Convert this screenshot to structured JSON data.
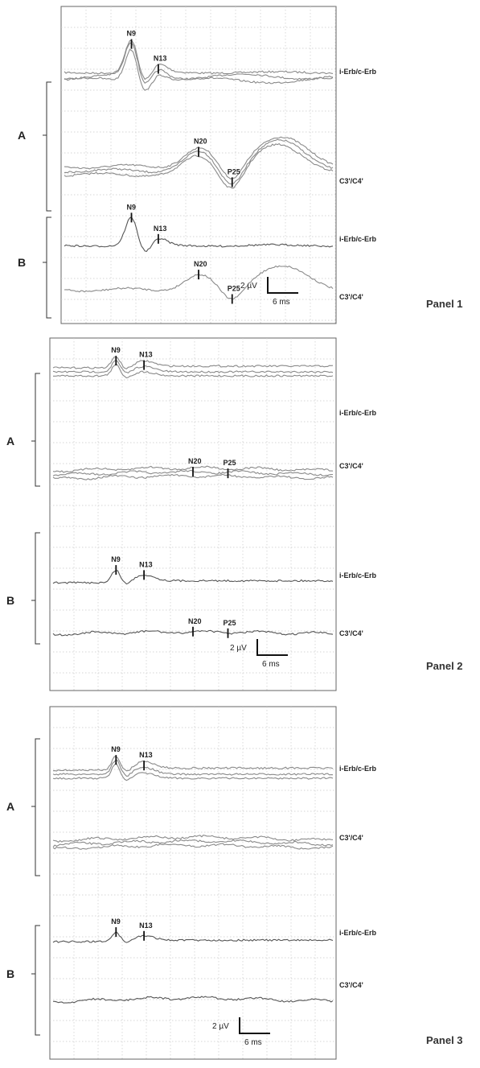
{
  "colors": {
    "trace": "#8a8a8a",
    "trace_dark": "#555555",
    "grid": "#c9c9c9",
    "frame": "#666666",
    "text": "#222222"
  },
  "chart_data": [
    {
      "type": "line",
      "title": "Panel 1",
      "x_unit": "ms",
      "scale_bar": {
        "voltage": "2 µV",
        "time": "6 ms"
      },
      "grid": true,
      "groups": [
        {
          "label": "A",
          "channels": [
            {
              "name": "i-Erb/c-Erb",
              "trials": 3,
              "peaks": [
                {
                  "label": "N9",
                  "x": 10
                },
                {
                  "label": "N13",
                  "x": 14
                }
              ]
            },
            {
              "name": "C3'/C4'",
              "trials": 3,
              "peaks": [
                {
                  "label": "N20",
                  "x": 20
                },
                {
                  "label": "P25",
                  "x": 25
                }
              ]
            }
          ]
        },
        {
          "label": "B",
          "channels": [
            {
              "name": "i-Erb/c-Erb",
              "trials": 1,
              "peaks": [
                {
                  "label": "N9",
                  "x": 10
                },
                {
                  "label": "N13",
                  "x": 14
                }
              ]
            },
            {
              "name": "C3'/C4'",
              "trials": 1,
              "peaks": [
                {
                  "label": "N20",
                  "x": 20
                },
                {
                  "label": "P25",
                  "x": 25
                }
              ]
            }
          ]
        }
      ]
    },
    {
      "type": "line",
      "title": "Panel 2",
      "x_unit": "ms",
      "scale_bar": {
        "voltage": "2 µV",
        "time": "6 ms"
      },
      "grid": true,
      "groups": [
        {
          "label": "A",
          "channels": [
            {
              "name": "i-Erb/c-Erb",
              "trials": 3,
              "peaks": [
                {
                  "label": "N9",
                  "x": 9
                },
                {
                  "label": "N13",
                  "x": 13
                }
              ]
            },
            {
              "name": "C3'/C4'",
              "trials": 3,
              "peaks": [
                {
                  "label": "N20",
                  "x": 20
                },
                {
                  "label": "P25",
                  "x": 25
                }
              ]
            }
          ]
        },
        {
          "label": "B",
          "channels": [
            {
              "name": "i-Erb/c-Erb",
              "trials": 1,
              "peaks": [
                {
                  "label": "N9",
                  "x": 9
                },
                {
                  "label": "N13",
                  "x": 13
                }
              ]
            },
            {
              "name": "C3'/C4'",
              "trials": 1,
              "peaks": [
                {
                  "label": "N20",
                  "x": 20
                },
                {
                  "label": "P25",
                  "x": 25
                }
              ]
            }
          ]
        }
      ]
    },
    {
      "type": "line",
      "title": "Panel 3",
      "x_unit": "ms",
      "scale_bar": {
        "voltage": "2 µV",
        "time": "6 ms"
      },
      "grid": true,
      "groups": [
        {
          "label": "A",
          "channels": [
            {
              "name": "i-Erb/c-Erb",
              "trials": 3,
              "peaks": [
                {
                  "label": "N9",
                  "x": 9
                },
                {
                  "label": "N13",
                  "x": 13
                }
              ]
            },
            {
              "name": "C3'/C4'",
              "trials": 3,
              "peaks": []
            }
          ]
        },
        {
          "label": "B",
          "channels": [
            {
              "name": "i-Erb/c-Erb",
              "trials": 1,
              "peaks": [
                {
                  "label": "N9",
                  "x": 9
                },
                {
                  "label": "N13",
                  "x": 13
                }
              ]
            },
            {
              "name": "C3'/C4'",
              "trials": 1,
              "peaks": []
            }
          ]
        }
      ]
    }
  ]
}
